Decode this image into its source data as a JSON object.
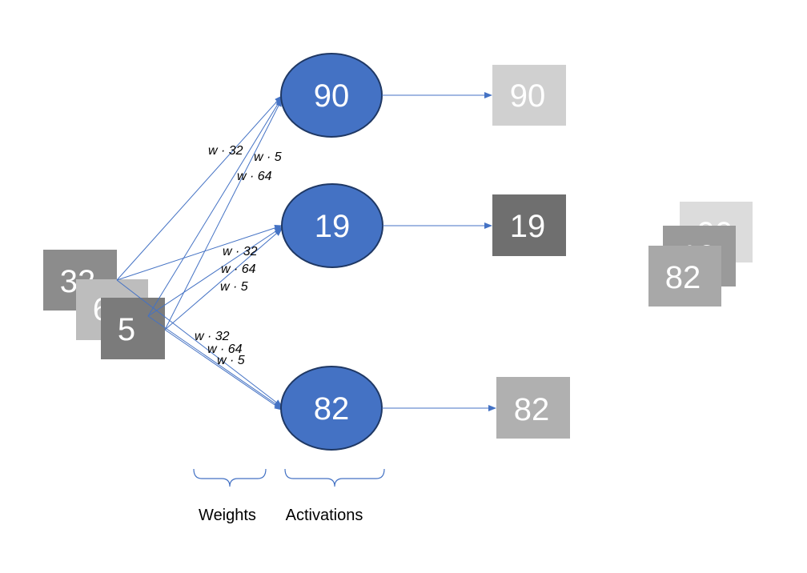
{
  "inputs": [
    "32",
    "64",
    "5"
  ],
  "nodes": [
    "90",
    "19",
    "82"
  ],
  "outputs": [
    "90",
    "19",
    "82"
  ],
  "stack": [
    "90",
    "19",
    "82"
  ],
  "weights": {
    "node1": [
      "w · 32",
      "w · 5",
      "w · 64"
    ],
    "node2": [
      "w · 32",
      "w · 64",
      "w · 5"
    ],
    "node3": [
      "w · 32",
      "w · 64",
      "w · 5"
    ]
  },
  "captions": {
    "weights": "Weights",
    "activations": "Activations"
  },
  "colors": {
    "node_fill": "#4472c4",
    "node_stroke": "#1f3864",
    "edge": "#4472c4"
  }
}
